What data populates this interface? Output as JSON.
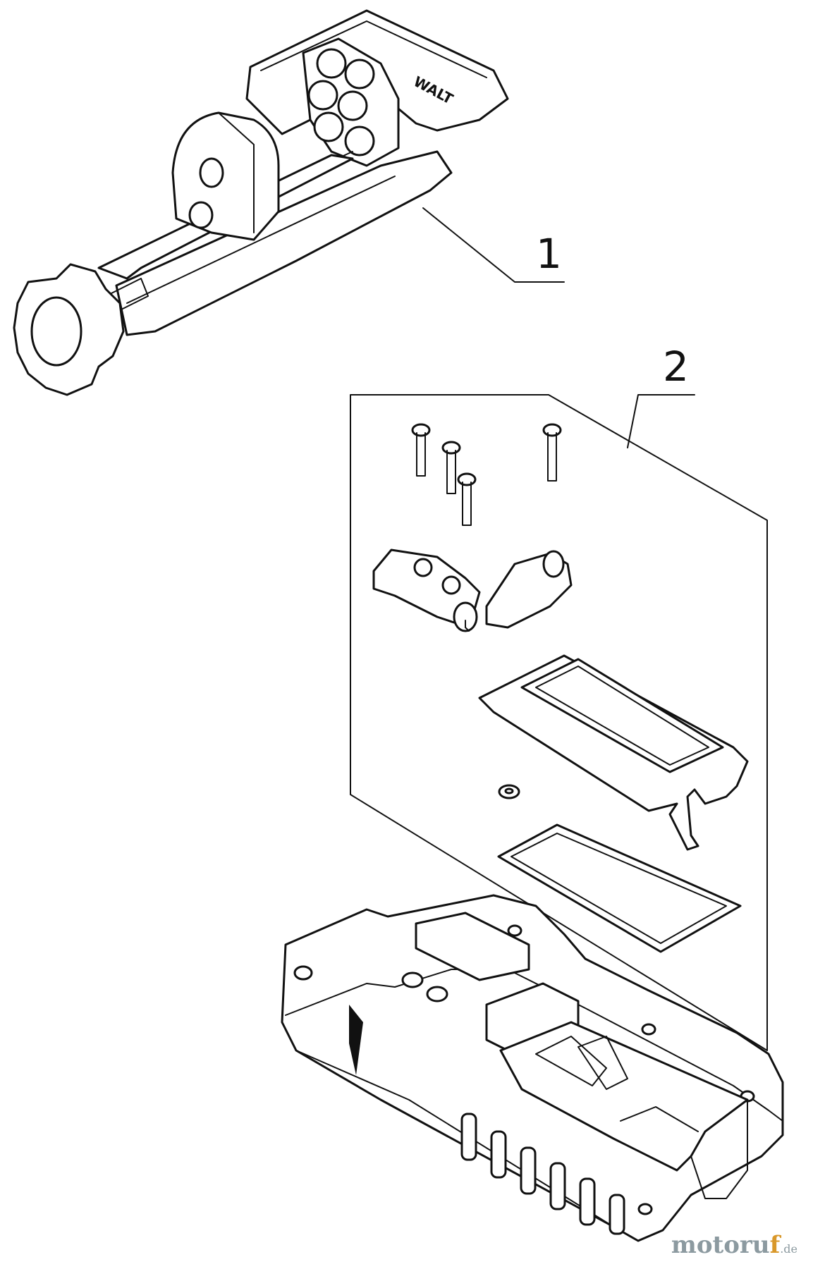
{
  "callouts": {
    "part_1": "1",
    "part_2": "2"
  },
  "brand_mark": "WALT",
  "watermark": {
    "name_part1": "motoru",
    "name_part2": "f",
    "tld": ".de",
    "color_main": "#8c9aa0",
    "color_accent": "#d9982a"
  },
  "icons": [
    "screw-icon",
    "clamp-knob-icon"
  ]
}
